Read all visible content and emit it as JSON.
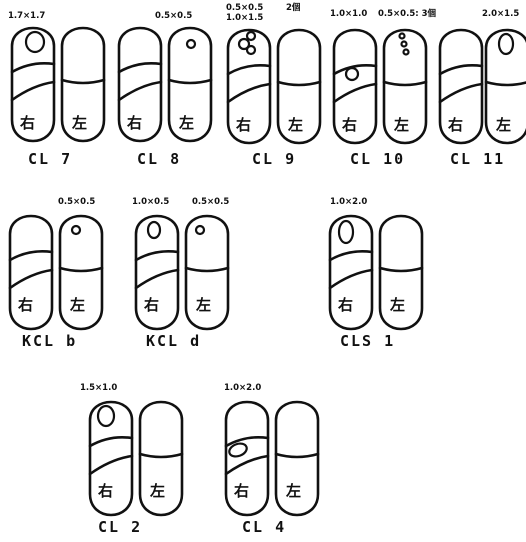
{
  "panels": [
    {
      "id": "CL7",
      "caption": "CL 7",
      "annotations": [
        "1.7×1.7"
      ],
      "right_label": "右",
      "left_label": "左",
      "lesion": "single-large"
    },
    {
      "id": "CL8",
      "caption": "CL 8",
      "annotations": [
        "0.5×0.5"
      ],
      "right_label": "右",
      "left_label": "左",
      "lesion": "single-left-kidney"
    },
    {
      "id": "CL9",
      "caption": "CL 9",
      "annotations": [
        "0.5×0.5",
        "1.0×1.5",
        "2個"
      ],
      "right_label": "右",
      "left_label": "左",
      "lesion": "cluster"
    },
    {
      "id": "CL10",
      "caption": "CL 10",
      "annotations": [
        "1.0×1.0",
        "0.5×0.5: 3個"
      ],
      "right_label": "右",
      "left_label": "左",
      "lesion": "mid-and-cluster"
    },
    {
      "id": "CL11",
      "caption": "CL 11",
      "annotations": [
        "2.0×1.5"
      ],
      "right_label": "右",
      "left_label": "左",
      "lesion": "single-left-kidney"
    },
    {
      "id": "KCLb",
      "caption": "KCL b",
      "annotations": [
        "0.5×0.5"
      ],
      "right_label": "右",
      "left_label": "左",
      "lesion": "single-left-kidney"
    },
    {
      "id": "KCLd",
      "caption": "KCL d",
      "annotations": [
        "1.0×0.5",
        "0.5×0.5"
      ],
      "right_label": "右",
      "left_label": "左",
      "lesion": "both"
    },
    {
      "id": "CLS1",
      "caption": "CLS 1",
      "annotations": [
        "1.0×2.0"
      ],
      "right_label": "右",
      "left_label": "左",
      "lesion": "single-large"
    },
    {
      "id": "CL2",
      "caption": "CL 2",
      "annotations": [
        "1.5×1.0"
      ],
      "right_label": "右",
      "left_label": "左",
      "lesion": "single-large"
    },
    {
      "id": "CL4",
      "caption": "CL 4",
      "annotations": [
        "1.0×2.0"
      ],
      "right_label": "右",
      "left_label": "左",
      "lesion": "mid-oval"
    }
  ]
}
